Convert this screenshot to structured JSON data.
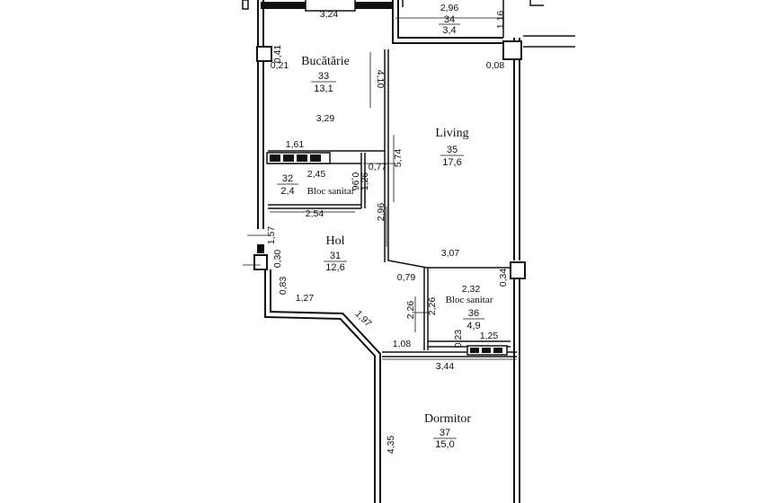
{
  "rooms": {
    "kitchen": {
      "name": "Bucătărie",
      "number": "33",
      "area": "13,1"
    },
    "room34": {
      "number": "34",
      "area": "3,4"
    },
    "living": {
      "name": "Living",
      "number": "35",
      "area": "17,6"
    },
    "bath32": {
      "name": "Bloc sanitar",
      "number": "32",
      "area": "2,4"
    },
    "hall": {
      "name": "Hol",
      "number": "31",
      "area": "12,6"
    },
    "bath36": {
      "name": "Bloc sanitar",
      "number": "36",
      "area": "4,9"
    },
    "bedroom": {
      "name": "Dormitor",
      "number": "37",
      "area": "15,0"
    }
  },
  "dimensions": {
    "d324": "3,24",
    "d296": "2,96",
    "d116": "1,16",
    "d041": "0,41",
    "d021": "0,21",
    "d008": "0,08",
    "d410": "4,10",
    "d329": "3,29",
    "d161": "1,61",
    "d574": "5,74",
    "d077": "0,77",
    "d245": "2,45",
    "d126": "1,26",
    "d096": "0,96",
    "d254": "2,54",
    "d296b": "2,96",
    "d157": "1,57",
    "d030": "0,30",
    "d307": "3,07",
    "d083": "0,83",
    "d079": "0,79",
    "d034": "0,34",
    "d127": "1,27",
    "d232": "2,32",
    "d226a": "2,26",
    "d226b": "2,26",
    "d197": "1,97",
    "d023": "0,23",
    "d125": "1,25",
    "d108": "1,08",
    "d344": "3,44",
    "d435": "4,35"
  }
}
